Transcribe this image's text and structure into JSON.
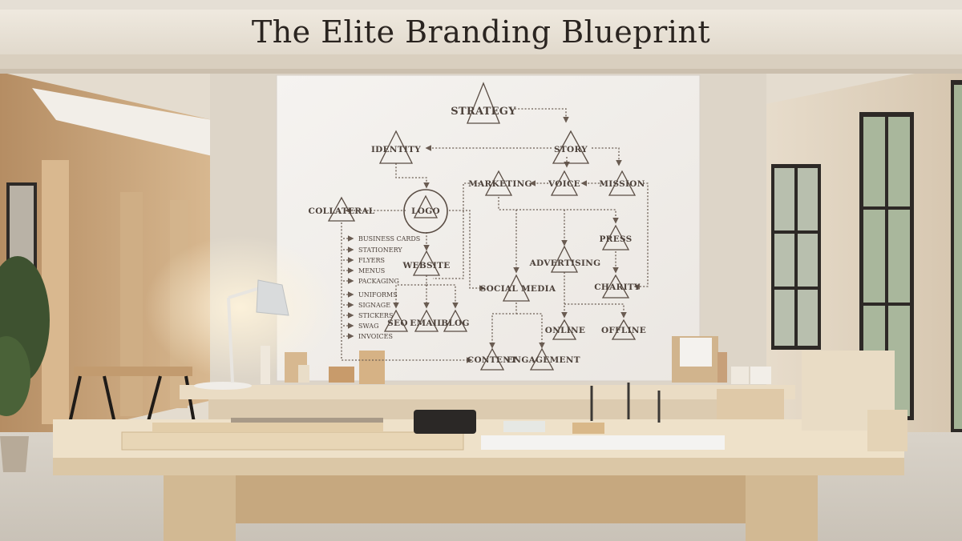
{
  "title": "The Elite Branding Blueprint",
  "diagram": {
    "nodes": {
      "strategy": "STRATEGY",
      "identity": "IDENTITY",
      "story": "STORY",
      "marketing": "MARKETING",
      "voice": "VOICE",
      "mission": "MISSION",
      "collateral": "COLLATERAL",
      "logo": "LOGO",
      "website": "WEBSITE",
      "press": "PRESS",
      "advertising": "ADVERTISING",
      "social_media": "SOCIAL MEDIA",
      "charity": "CHARITY",
      "seo": "SEO",
      "email": "EMAIL",
      "blog": "BLOG",
      "online": "ONLINE",
      "offline": "OFFLINE",
      "content": "CONTENT",
      "engagement": "ENGAGEMENT"
    },
    "collateral_items": [
      "BUSINESS CARDS",
      "STATIONERY",
      "FLYERS",
      "MENUS",
      "PACKAGING",
      "UNIFORMS",
      "SIGNAGE",
      "STICKERS",
      "SWAG",
      "INVOICES"
    ]
  },
  "colors": {
    "ink": "#4d423b",
    "board": "#f1eeea",
    "wood": "#e6d3b4",
    "wall": "#ddd6ca"
  }
}
